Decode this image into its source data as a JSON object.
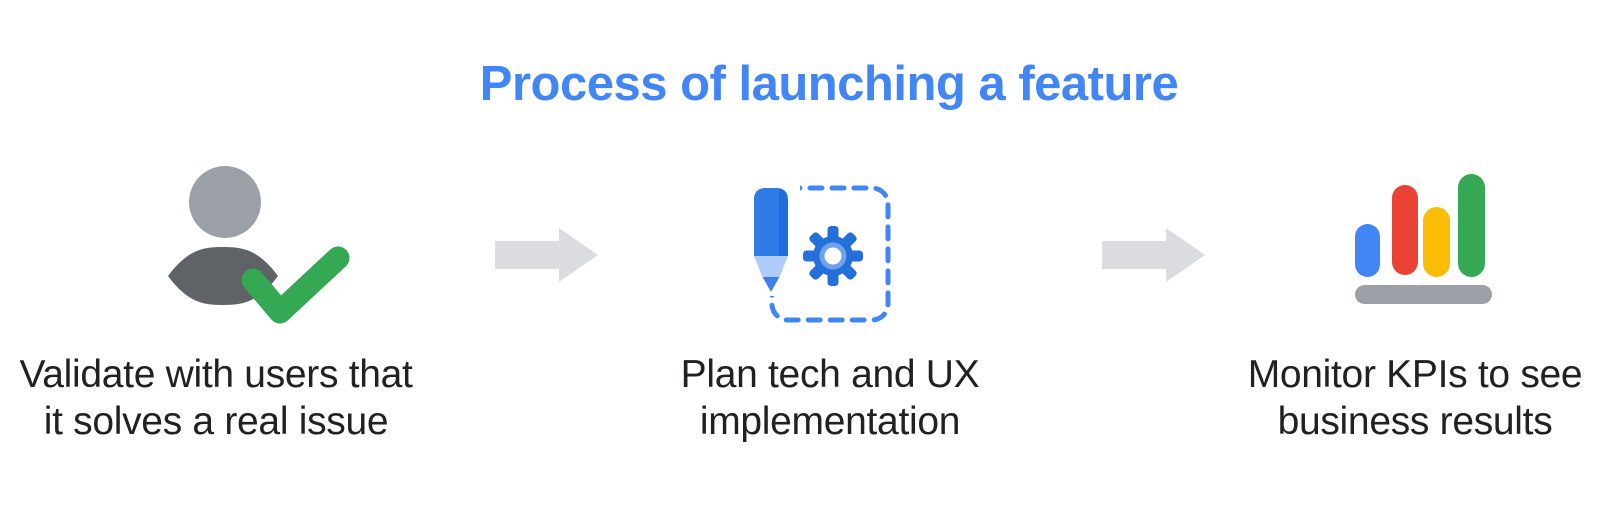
{
  "title": {
    "text": "Process of launching a feature"
  },
  "steps": [
    {
      "icon": "user-validated-icon",
      "caption_line1": "Validate with users that",
      "caption_line2": "it solves a real issue"
    },
    {
      "icon": "pencil-gear-icon",
      "caption_line1": "Plan tech and UX",
      "caption_line2": "implementation"
    },
    {
      "icon": "kpi-bar-chart-icon",
      "caption_line1": "Monitor KPIs to see",
      "caption_line2": "business results"
    }
  ],
  "arrows": {
    "count": 2,
    "direction": "right"
  },
  "colors": {
    "background": "#FFFFFF",
    "title": "#4285F4",
    "caption": "#202124",
    "arrow": "#DADCE0",
    "person_head": "#9AA0A6",
    "person_body": "#5F6368",
    "check_green": "#34A853",
    "box_dash": "#4285F4",
    "pencil_body": "#2F7CE6",
    "pencil_body_dark": "#1C6EDC",
    "pencil_tip": "#AECBFA",
    "pencil_point": "#3E7FE8",
    "gear": "#2470DB",
    "gear_ring": "#6FA0EA",
    "gear_hole": "#FFFFFF",
    "halo": "#FFFFFF",
    "bar_blue": "#4285F4",
    "bar_red": "#EA4335",
    "bar_yellow": "#FBBC04",
    "bar_green": "#34A853",
    "bar_base": "#9AA0A6"
  }
}
